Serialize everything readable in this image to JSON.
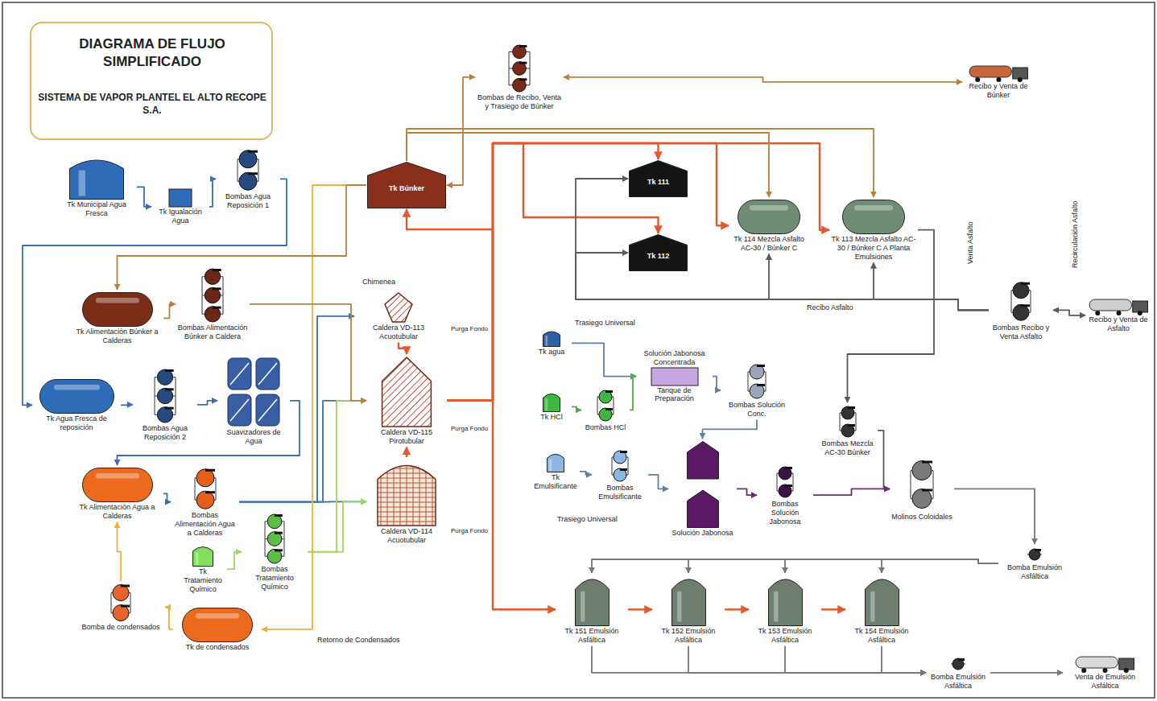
{
  "diagram": {
    "title": "DIAGRAMA DE FLUJO SIMPLIFICADO",
    "nodes": [
      {
        "text": [
          "Tk Municipal Agua Fresca"
        ]
      },
      {
        "text": [
          "Tk Igualación Agua"
        ]
      },
      {
        "text": [
          "Bombas Agua Reposición 1"
        ]
      },
      {
        "text": [
          "Tk Alimentación Búnker a Calderas"
        ]
      },
      {
        "text": [
          "Bombas Alimentación Búnker a Caldera"
        ]
      },
      {
        "text": [
          "Tk Agua Fresca de reposición"
        ]
      },
      {
        "text": [
          "Bombas Agua Reposición 2"
        ]
      },
      {
        "text": [
          "Suavizadores de Agua"
        ]
      },
      {
        "text": [
          "Tk Alimentación Agua a Calderas"
        ]
      },
      {
        "text": [
          "Bombas Alimentación Agua a Calderas"
        ]
      },
      {
        "text": [
          "Tk Tratamiento Químico"
        ]
      },
      {
        "text": [
          "Bombas Tratamiento Químico"
        ]
      },
      {
        "text": [
          "Bomba de condensados"
        ]
      },
      {
        "text": [
          "Tk de condensados"
        ]
      },
      {
        "text": [
          "Tk Búnker"
        ]
      },
      {
        "text": [
          "Bombas de Recibo, Venta y Trasiego de Búnker"
        ]
      },
      {
        "text": [
          "Recibo y Venta de Búnker"
        ]
      },
      {
        "text": [
          "Caldera VD-113 Acuotubular"
        ]
      },
      {
        "text": [
          "Caldera VD-115 Pirotubular"
        ]
      },
      {
        "text": [
          "Caldera VD-114 Acuotubular"
        ]
      },
      {
        "text": [
          "Tk 111"
        ]
      },
      {
        "text": [
          "Tk 112"
        ]
      },
      {
        "text": [
          "Tk 114 Mezcla Asfalto AC-30 / Búnker C"
        ]
      },
      {
        "text": [
          "Tk 113 Mezcla Asfalto AC-30 / Búnker C A Planta Emulsiones"
        ]
      },
      {
        "text": [
          "Bombas Recibo y Venta Asfalto"
        ]
      },
      {
        "text": [
          "Recibo y Venta de Asfalto"
        ]
      },
      {
        "text": [
          "Tk agua"
        ]
      },
      {
        "text": [
          "Solución Jabonosa Concentrada",
          "Tanque de Preparación"
        ]
      },
      {
        "text": [
          "Bombas Solución Conc."
        ]
      },
      {
        "text": [
          "Tk HCl"
        ]
      },
      {
        "text": [
          "Bombas HCl"
        ]
      },
      {
        "text": [
          "Tk Emulsificante"
        ]
      },
      {
        "text": [
          "Bombas Emulsificante"
        ]
      },
      {
        "text": [
          "Solución Jabonosa"
        ]
      },
      {
        "text": [
          "Bombas Solución Jabonosa"
        ]
      },
      {
        "text": [
          "Bombas Mezcla AC-30 Búnker"
        ]
      },
      {
        "text": [
          "Molinos Coloidales"
        ]
      },
      {
        "text": [
          "Bomba Emulsión Asfáltica"
        ]
      },
      {
        "text": [
          "Tk 151 Emulsión Asfáltica"
        ]
      },
      {
        "text": [
          "Tk 152 Emulsión Asfáltica"
        ]
      },
      {
        "text": [
          "Tk 153 Emulsión Asfáltica"
        ]
      },
      {
        "text": [
          "Tk 154 Emulsión Asfáltica"
        ]
      },
      {
        "text": [
          "Bomba Emulsión Asfáltica"
        ]
      },
      {
        "text": [
          "Venta de Emulsión Asfáltica"
        ]
      }
    ],
    "edges": [
      {
        "from": 0,
        "to": 1,
        "arrow": "to"
      },
      {
        "from": 1,
        "to": 2,
        "arrow": "to"
      },
      {
        "from": 2,
        "to": 5,
        "arrow": "to"
      },
      {
        "from": 5,
        "to": 6,
        "arrow": "to"
      },
      {
        "from": 6,
        "to": 7,
        "arrow": "to"
      },
      {
        "from": 7,
        "to": 8,
        "arrow": "to"
      },
      {
        "from": 8,
        "to": 9,
        "arrow": "to"
      },
      {
        "from": 9,
        "to": 18,
        "arrow": "to"
      },
      {
        "from": 9,
        "to": 19,
        "arrow": "to"
      },
      {
        "from": 9,
        "to": 17,
        "arrow": "to"
      },
      {
        "from": 10,
        "to": 11,
        "arrow": "to"
      },
      {
        "from": 11,
        "to": 18,
        "arrow": "to"
      },
      {
        "from": 11,
        "to": 19,
        "arrow": "to"
      },
      {
        "from": 13,
        "to": 12,
        "arrow": "to"
      },
      {
        "from": 12,
        "to": 8,
        "arrow": "to"
      },
      {
        "from": 14,
        "to": 13,
        "arrow": "to",
        "label": "Retorno de Condensados"
      },
      {
        "from": 18,
        "to": 14,
        "arrow": "to"
      },
      {
        "from": 18,
        "to": 20,
        "arrow": "to"
      },
      {
        "from": 18,
        "to": 21,
        "arrow": "to"
      },
      {
        "from": 18,
        "to": 22,
        "arrow": "to"
      },
      {
        "from": 18,
        "to": 23,
        "arrow": "to"
      },
      {
        "from": 18,
        "to": 38,
        "arrow": "to"
      },
      {
        "from": 38,
        "to": 39,
        "arrow": "to"
      },
      {
        "from": 39,
        "to": 40,
        "arrow": "to"
      },
      {
        "from": 40,
        "to": 41,
        "arrow": "to"
      },
      {
        "from": 17,
        "to": 18,
        "arrow": "to"
      },
      {
        "from": 19,
        "to": 18,
        "arrow": "to"
      },
      {
        "from": 3,
        "to": 4,
        "arrow": "to"
      },
      {
        "from": 4,
        "to": 18,
        "arrow": "to"
      },
      {
        "from": 14,
        "to": 3,
        "arrow": "to"
      },
      {
        "from": 15,
        "to": 14,
        "arrow": "both"
      },
      {
        "from": 15,
        "to": 16,
        "arrow": "both"
      },
      {
        "from": 14,
        "to": 22,
        "arrow": "to"
      },
      {
        "from": 14,
        "to": 23,
        "arrow": "to"
      },
      {
        "from": 25,
        "to": 24,
        "arrow": "both"
      },
      {
        "from": 24,
        "to": 20,
        "arrow": "to"
      },
      {
        "from": 24,
        "to": 21,
        "arrow": "to"
      },
      {
        "from": 24,
        "to": 22,
        "arrow": "to"
      },
      {
        "from": 24,
        "to": 23,
        "arrow": "to"
      },
      {
        "from": 23,
        "to": 35,
        "arrow": "to"
      },
      {
        "from": 35,
        "to": 36,
        "arrow": "to"
      },
      {
        "from": 27,
        "to": 28,
        "arrow": "to"
      },
      {
        "from": 28,
        "to": 33,
        "arrow": "to"
      },
      {
        "from": 26,
        "to": 27,
        "arrow": "to"
      },
      {
        "from": 29,
        "to": 30,
        "arrow": "to"
      },
      {
        "from": 30,
        "to": 27,
        "arrow": "to"
      },
      {
        "from": 31,
        "to": 32,
        "arrow": "to"
      },
      {
        "from": 32,
        "to": 33,
        "arrow": "to"
      },
      {
        "from": 33,
        "to": 34,
        "arrow": "to"
      },
      {
        "from": 34,
        "to": 36,
        "arrow": "to"
      },
      {
        "from": 36,
        "to": 37,
        "arrow": "to"
      },
      {
        "from": 37,
        "to": 38,
        "arrow": "to"
      },
      {
        "from": 37,
        "to": 39,
        "arrow": "to"
      },
      {
        "from": 37,
        "to": 40,
        "arrow": "to"
      },
      {
        "from": 37,
        "to": 41,
        "arrow": "to"
      },
      {
        "from": 38,
        "to": 42,
        "arrow": "to"
      },
      {
        "from": 39,
        "to": 42,
        "arrow": "to"
      },
      {
        "from": 40,
        "to": 42,
        "arrow": "to"
      },
      {
        "from": 41,
        "to": 42,
        "arrow": "to"
      },
      {
        "from": 42,
        "to": 43,
        "arrow": "to"
      }
    ],
    "labels": [
      "SISTEMA DE VAPOR PLANTEL EL ALTO RECOPE S.A.",
      "Chimenea",
      "Purga Fondo",
      "Purga Fondo",
      "Purga Fondo",
      "Recibo Asfalto",
      "Venta Asfalto",
      "Recirculación Asfalto",
      "Trasiego Universal",
      "Trasiego Universal"
    ]
  }
}
